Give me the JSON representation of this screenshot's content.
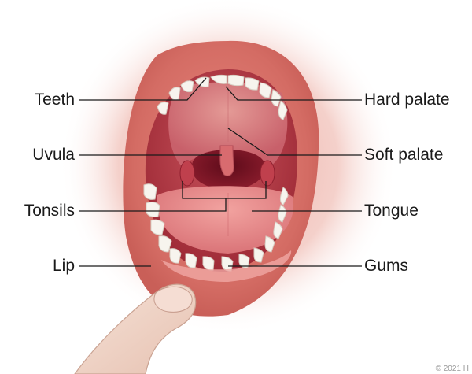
{
  "labels": {
    "teeth": "Teeth",
    "uvula": "Uvula",
    "tonsils": "Tonsils",
    "lip": "Lip",
    "hard_palate": "Hard palate",
    "soft_palate": "Soft palate",
    "tongue": "Tongue",
    "gums": "Gums"
  },
  "copyright": "© 2021 H",
  "colors": {
    "skin": "#e8a89f",
    "lip": "#d9786f",
    "mouth_interior": "#b8333f",
    "throat": "#7a1425",
    "tongue": "#e78a8a",
    "teeth": "#f7f4ee",
    "finger": "#f1d6c9",
    "leader_line": "#1a1a1a"
  }
}
